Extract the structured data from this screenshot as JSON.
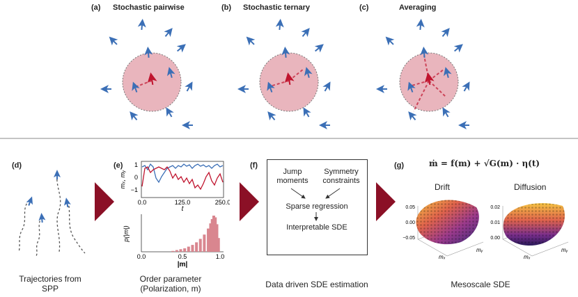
{
  "colors": {
    "arrow": "#3b6fb6",
    "focal": "#c0142e",
    "disc": "#e3a3ad",
    "chevron": "#8b1026",
    "series_red": "#c0142e",
    "series_blue": "#3b6fb6",
    "hist": "#d9868f",
    "divider": "#888888"
  },
  "top": {
    "panels": [
      {
        "letter": "(a)",
        "title": "Stochastic pairwise"
      },
      {
        "letter": "(b)",
        "title": "Stochastic ternary"
      },
      {
        "letter": "(c)",
        "title": "Averaging"
      }
    ]
  },
  "bottom": {
    "d": {
      "letter": "(d)",
      "caption_line1": "Trajectories from",
      "caption_line2": "SPP"
    },
    "e": {
      "letter": "(e)",
      "ts_ylabel": "mₓ, mᵧ",
      "ts_xlabel": "t",
      "ts_xticks": [
        "0.0",
        "125.0",
        "250.0"
      ],
      "ts_yticks": [
        "1",
        "0",
        "−1"
      ],
      "hist_ylabel": "p(|m|)",
      "hist_xlabel": "|m|",
      "hist_xticks": [
        "0.0",
        "0.5",
        "1.0"
      ],
      "caption_line1": "Order parameter",
      "caption_line2": "(Polarization, m)"
    },
    "f": {
      "letter": "(f)",
      "box_items": {
        "jump": "Jump\nmoments",
        "jump1": "Jump",
        "jump2": "moments",
        "sym1": "Symmetry",
        "sym2": "constraints",
        "sparse": "Sparse regression",
        "interp": "Interpretable SDE"
      },
      "caption": "Data driven SDE estimation"
    },
    "g": {
      "letter": "(g)",
      "equation": "ṁ = f(m) + √G(m) · η(t)",
      "drift_title": "Drift",
      "diffusion_title": "Diffusion",
      "drift_zticks": [
        "0.05",
        "0.00",
        "−0.05"
      ],
      "diff_zticks": [
        "0.02",
        "0.01",
        "0.00"
      ],
      "axis_mx": "mₓ",
      "axis_my": "mᵧ",
      "caption": "Mesoscale SDE"
    }
  },
  "chart_data": {
    "type": "bar",
    "title": "",
    "xlabel": "|m|",
    "ylabel": "p(|m|)",
    "xlim": [
      0.0,
      1.0
    ],
    "bin_centers": [
      0.4,
      0.45,
      0.5,
      0.55,
      0.6,
      0.65,
      0.7,
      0.75,
      0.8,
      0.85,
      0.88,
      0.9,
      0.92,
      0.94,
      0.96,
      0.98
    ],
    "values": [
      0.1,
      0.2,
      0.3,
      0.4,
      0.6,
      0.8,
      1.1,
      1.5,
      2.0,
      2.7,
      3.3,
      3.8,
      4.2,
      4.0,
      3.2,
      1.6
    ]
  }
}
